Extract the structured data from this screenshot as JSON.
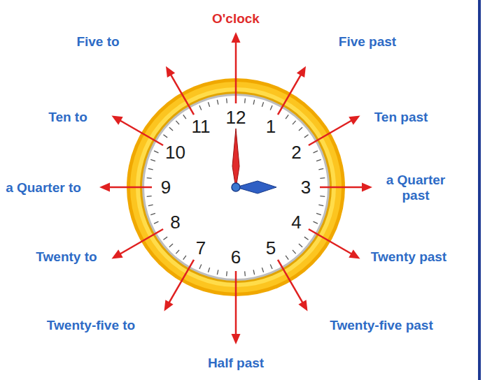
{
  "diagram": {
    "labels": [
      "O'clock",
      "Five past",
      "Ten past",
      "a Quarter past",
      "Twenty past",
      "Twenty-five past",
      "Half past",
      "Twenty-five to",
      "Twenty to",
      "a Quarter to",
      "Ten to",
      "Five to",
      "12",
      "1",
      "2",
      "3",
      "4",
      "5",
      "6",
      "7",
      "8",
      "9",
      "10",
      "11"
    ]
  }
}
